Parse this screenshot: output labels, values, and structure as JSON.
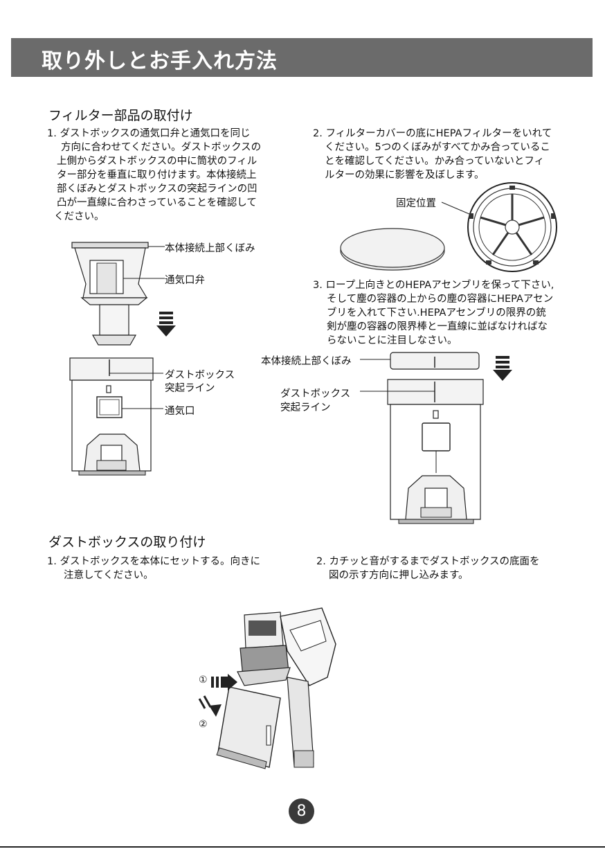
{
  "header": {
    "title": "取り外しとお手入れ方法",
    "bar_color": "#6b6b6b"
  },
  "section1": {
    "title": "フィルター部品の取付け",
    "step1": [
      "1. ダストボックスの通気口弁と通気口を同じ",
      "方向に合わせてください。ダストボックスの",
      "上側からダストボックスの中に筒状のフィル",
      "ター部分を垂直に取り付けます。本体接続上",
      "部くぼみとダストボックスの突起ラインの凹",
      "凸が一直線に合わさっていることを確認して",
      "ください。"
    ],
    "step2": [
      "2. フィルターカバーの底にHEPAフィルターをいれて",
      "ください。5つのくぼみがすべてかみ合っているこ",
      "とを確認してください。かみ合っていないとフィ",
      "ルターの効果に影響を及ぼします。"
    ],
    "step3": [
      "3. ロープ上向きとのHEPAアセンブリを保って下さい,",
      "そして塵の容器の上からの塵の容器にHEPAアセン",
      "ブリを入れて下さい.HEPAアセンブリの限界の銃",
      "剣が塵の容器の限界棒と一直線に並ばなければな",
      "らないことに注目しなさい。"
    ],
    "labels": {
      "fixed_position": "固定位置",
      "body_top_recess": "本体接続上部くぼみ",
      "vent_valve": "通気口弁",
      "dustbox_ridge_1": "ダストボックス",
      "dustbox_ridge_2": "突起ライン",
      "vent": "通気口",
      "body_top_recess_2": "本体接続上部くぼみ",
      "dustbox_ridge_b1": "ダストボックス",
      "dustbox_ridge_b2": "突起ライン"
    }
  },
  "section2": {
    "title": "ダストボックスの取り付け",
    "step1": [
      "1. ダストボックスを本体にセットする。向きに",
      "注意してください。"
    ],
    "step2": [
      "2. カチッと音がするまでダストボックスの底面を",
      "図の示す方向に押し込みます。"
    ],
    "marker1": "①",
    "marker2": "②"
  },
  "page_number": "8"
}
